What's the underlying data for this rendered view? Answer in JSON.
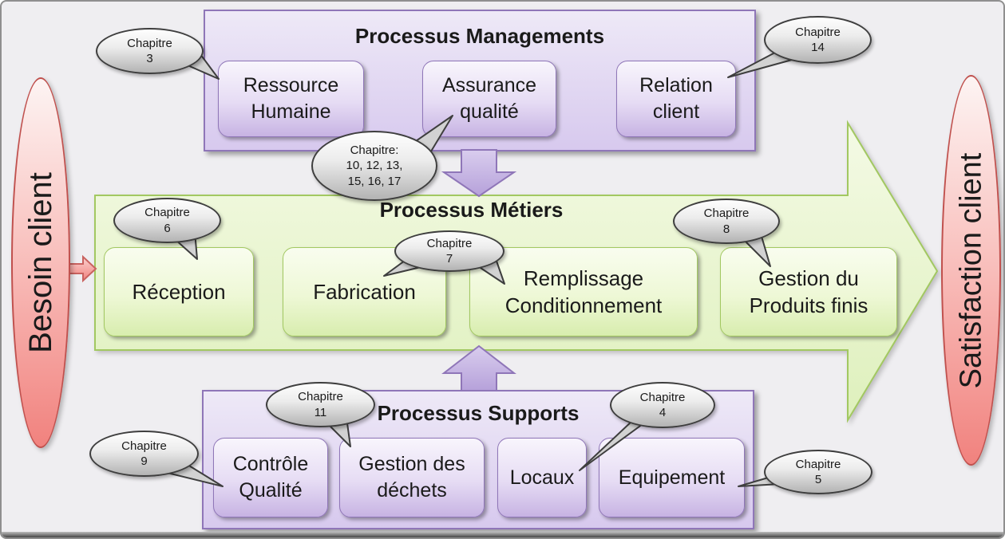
{
  "palette": {
    "purple_border": "#8f76b8",
    "purple_fill": "#d7c9ee",
    "green_border": "#a2c861",
    "green_fill": "#e9f5cd",
    "pink_border": "#c0504d",
    "pink_fill": "#f4908c",
    "bubble_border": "#3e3e3e",
    "bubble_fill": "#d6d6d6",
    "text": "#1a1a1a"
  },
  "left_capsule": {
    "label": "Besoin client"
  },
  "right_capsule": {
    "label": "Satisfaction client"
  },
  "managements": {
    "title": "Processus Managements",
    "items": [
      {
        "lines": [
          "Ressource",
          "Humaine"
        ]
      },
      {
        "lines": [
          "Assurance",
          "qualité"
        ]
      },
      {
        "lines": [
          "Relation",
          "client"
        ]
      }
    ]
  },
  "metiers": {
    "title": "Processus Métiers",
    "items": [
      {
        "lines": [
          "Réception"
        ]
      },
      {
        "lines": [
          "Fabrication"
        ]
      },
      {
        "lines": [
          "Remplissage",
          "Conditionnement"
        ]
      },
      {
        "lines": [
          "Gestion du",
          "Produits finis"
        ]
      }
    ]
  },
  "supports": {
    "title": "Processus Supports",
    "items": [
      {
        "lines": [
          "Contrôle",
          "Qualité"
        ]
      },
      {
        "lines": [
          "Gestion des",
          "déchets"
        ]
      },
      {
        "lines": [
          "Locaux"
        ]
      },
      {
        "lines": [
          "Equipement"
        ]
      }
    ]
  },
  "callouts": [
    {
      "id": "chapitre-3",
      "lines": [
        "Chapitre",
        "3"
      ]
    },
    {
      "id": "chapitre-14",
      "lines": [
        "Chapitre",
        "14"
      ]
    },
    {
      "id": "chapitre-10-17",
      "lines": [
        "Chapitre:",
        "10, 12, 13,",
        "15, 16, 17"
      ]
    },
    {
      "id": "chapitre-6",
      "lines": [
        "Chapitre",
        "6"
      ]
    },
    {
      "id": "chapitre-7",
      "lines": [
        "Chapitre",
        "7"
      ]
    },
    {
      "id": "chapitre-8",
      "lines": [
        "Chapitre",
        "8"
      ]
    },
    {
      "id": "chapitre-11",
      "lines": [
        "Chapitre",
        "11"
      ]
    },
    {
      "id": "chapitre-4",
      "lines": [
        "Chapitre",
        "4"
      ]
    },
    {
      "id": "chapitre-9",
      "lines": [
        "Chapitre",
        "9"
      ]
    },
    {
      "id": "chapitre-5",
      "lines": [
        "Chapitre",
        "5"
      ]
    }
  ]
}
